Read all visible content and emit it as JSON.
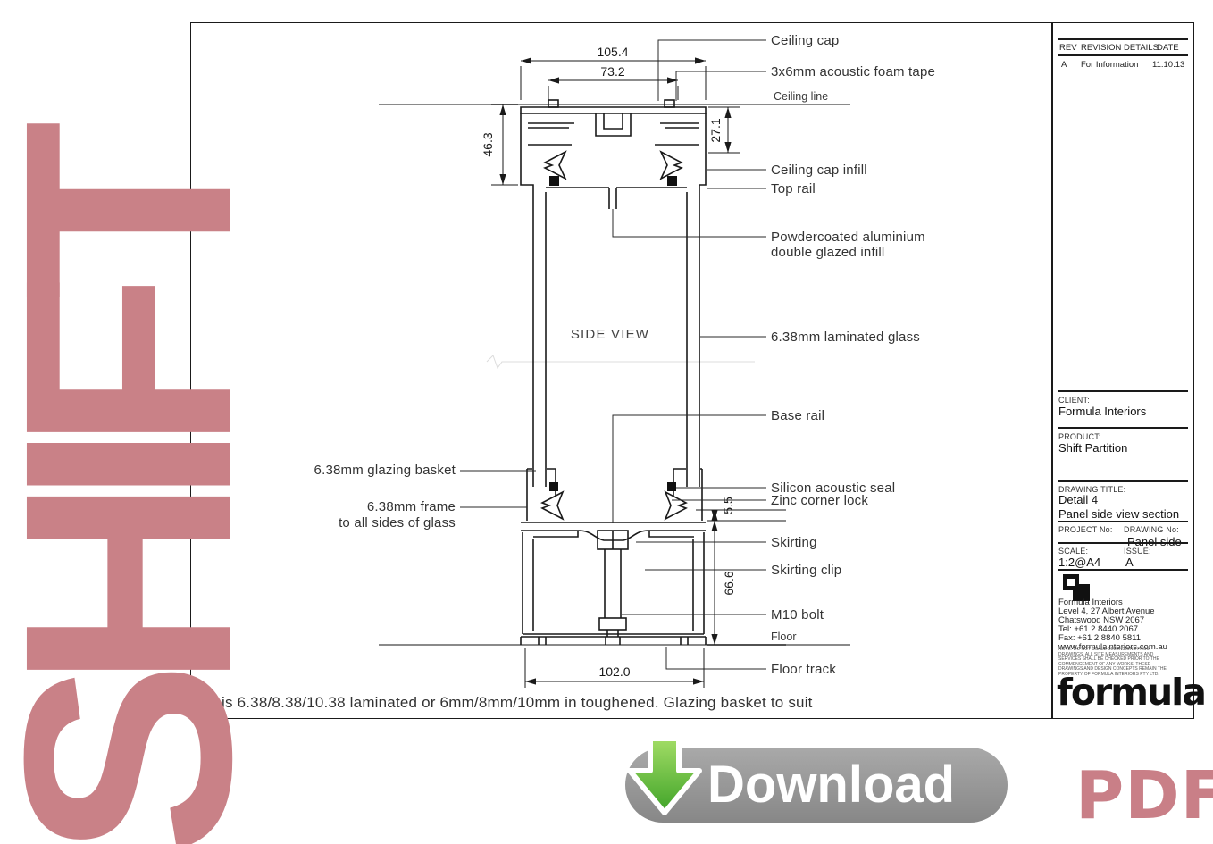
{
  "watermark": {
    "text": "SHIFT",
    "color": "#c98187"
  },
  "drawing": {
    "side_view": "SIDE VIEW",
    "note": "is 6.38/8.38/10.38 laminated or 6mm/8mm/10mm in toughened. Glazing basket to suit",
    "labels": {
      "ceiling_cap": "Ceiling cap",
      "foam_tape": "3x6mm acoustic foam tape",
      "ceiling_line": "Ceiling line",
      "cap_infill": "Ceiling cap infill",
      "top_rail": "Top rail",
      "infill_1": "Powdercoated aluminium",
      "infill_2": "double glazed infill",
      "glass": "6.38mm laminated glass",
      "base_rail": "Base rail",
      "silicon_seal": "Silicon acoustic seal",
      "corner_lock": "Zinc corner lock",
      "skirting": "Skirting",
      "skirting_clip": "Skirting clip",
      "m10_bolt": "M10 bolt",
      "floor": "Floor",
      "floor_track": "Floor track",
      "glazing_basket": "6.38mm glazing basket",
      "frame_1": "6.38mm frame",
      "frame_2": "to all sides of glass"
    },
    "dimensions": {
      "d105": "105.4",
      "d73": "73.2",
      "d46": "46.3",
      "d27": "27.1",
      "d55": "5.5",
      "d66": "66.6",
      "d102": "102.0"
    }
  },
  "title_block": {
    "revision": {
      "headers": [
        "REV",
        "REVISION DETAILS",
        "DATE"
      ],
      "rows": [
        [
          "A",
          "For Information",
          "11.10.13"
        ]
      ]
    },
    "client_label": "CLIENT:",
    "client_value": "Formula Interiors",
    "product_label": "PRODUCT:",
    "product_value": "Shift Partition",
    "drawing_title_label": "DRAWING TITLE:",
    "drawing_title_line1": "Detail 4",
    "drawing_title_line2": "Panel side view section",
    "project_no_label": "PROJECT No:",
    "project_no_value": "",
    "drawing_no_label": "DRAWING No:",
    "drawing_no_value": "Panel side",
    "scale_label": "SCALE:",
    "scale_value": "1:2@A4",
    "issue_label": "ISSUE:",
    "issue_value": "A",
    "company": {
      "name": "Formula Interiors",
      "address1": "Level 4, 27 Albert Avenue",
      "address2": "Chatswood NSW 2067",
      "tel": "Tel:  +61 2 8440 2067",
      "fax": "Fax: +61 2 8840 5811",
      "web": "www.formulainteriors.com.au"
    },
    "disclaimer": "NOTE: DO NOT SCALE DIMENSIONS FROM DRAWINGS. ALL SITE MEASUREMENTS AND SERVICES SHALL BE CHECKED PRIOR TO THE COMMENCEMENT OF ANY WORKS. THESE DRAWINGS AND DESIGN CONCEPTS REMAIN THE PROPERTY OF FORMULA INTERIORS PTY LTD.",
    "wordmark": "formula"
  },
  "download": {
    "button_label": "Download",
    "file_type": "PDF",
    "colors": {
      "arrow_green": "#4db02e",
      "arrow_green_light": "#a3dd66",
      "button_gray": "#8f8f8f",
      "pdf_pink": "#c97f87"
    }
  }
}
